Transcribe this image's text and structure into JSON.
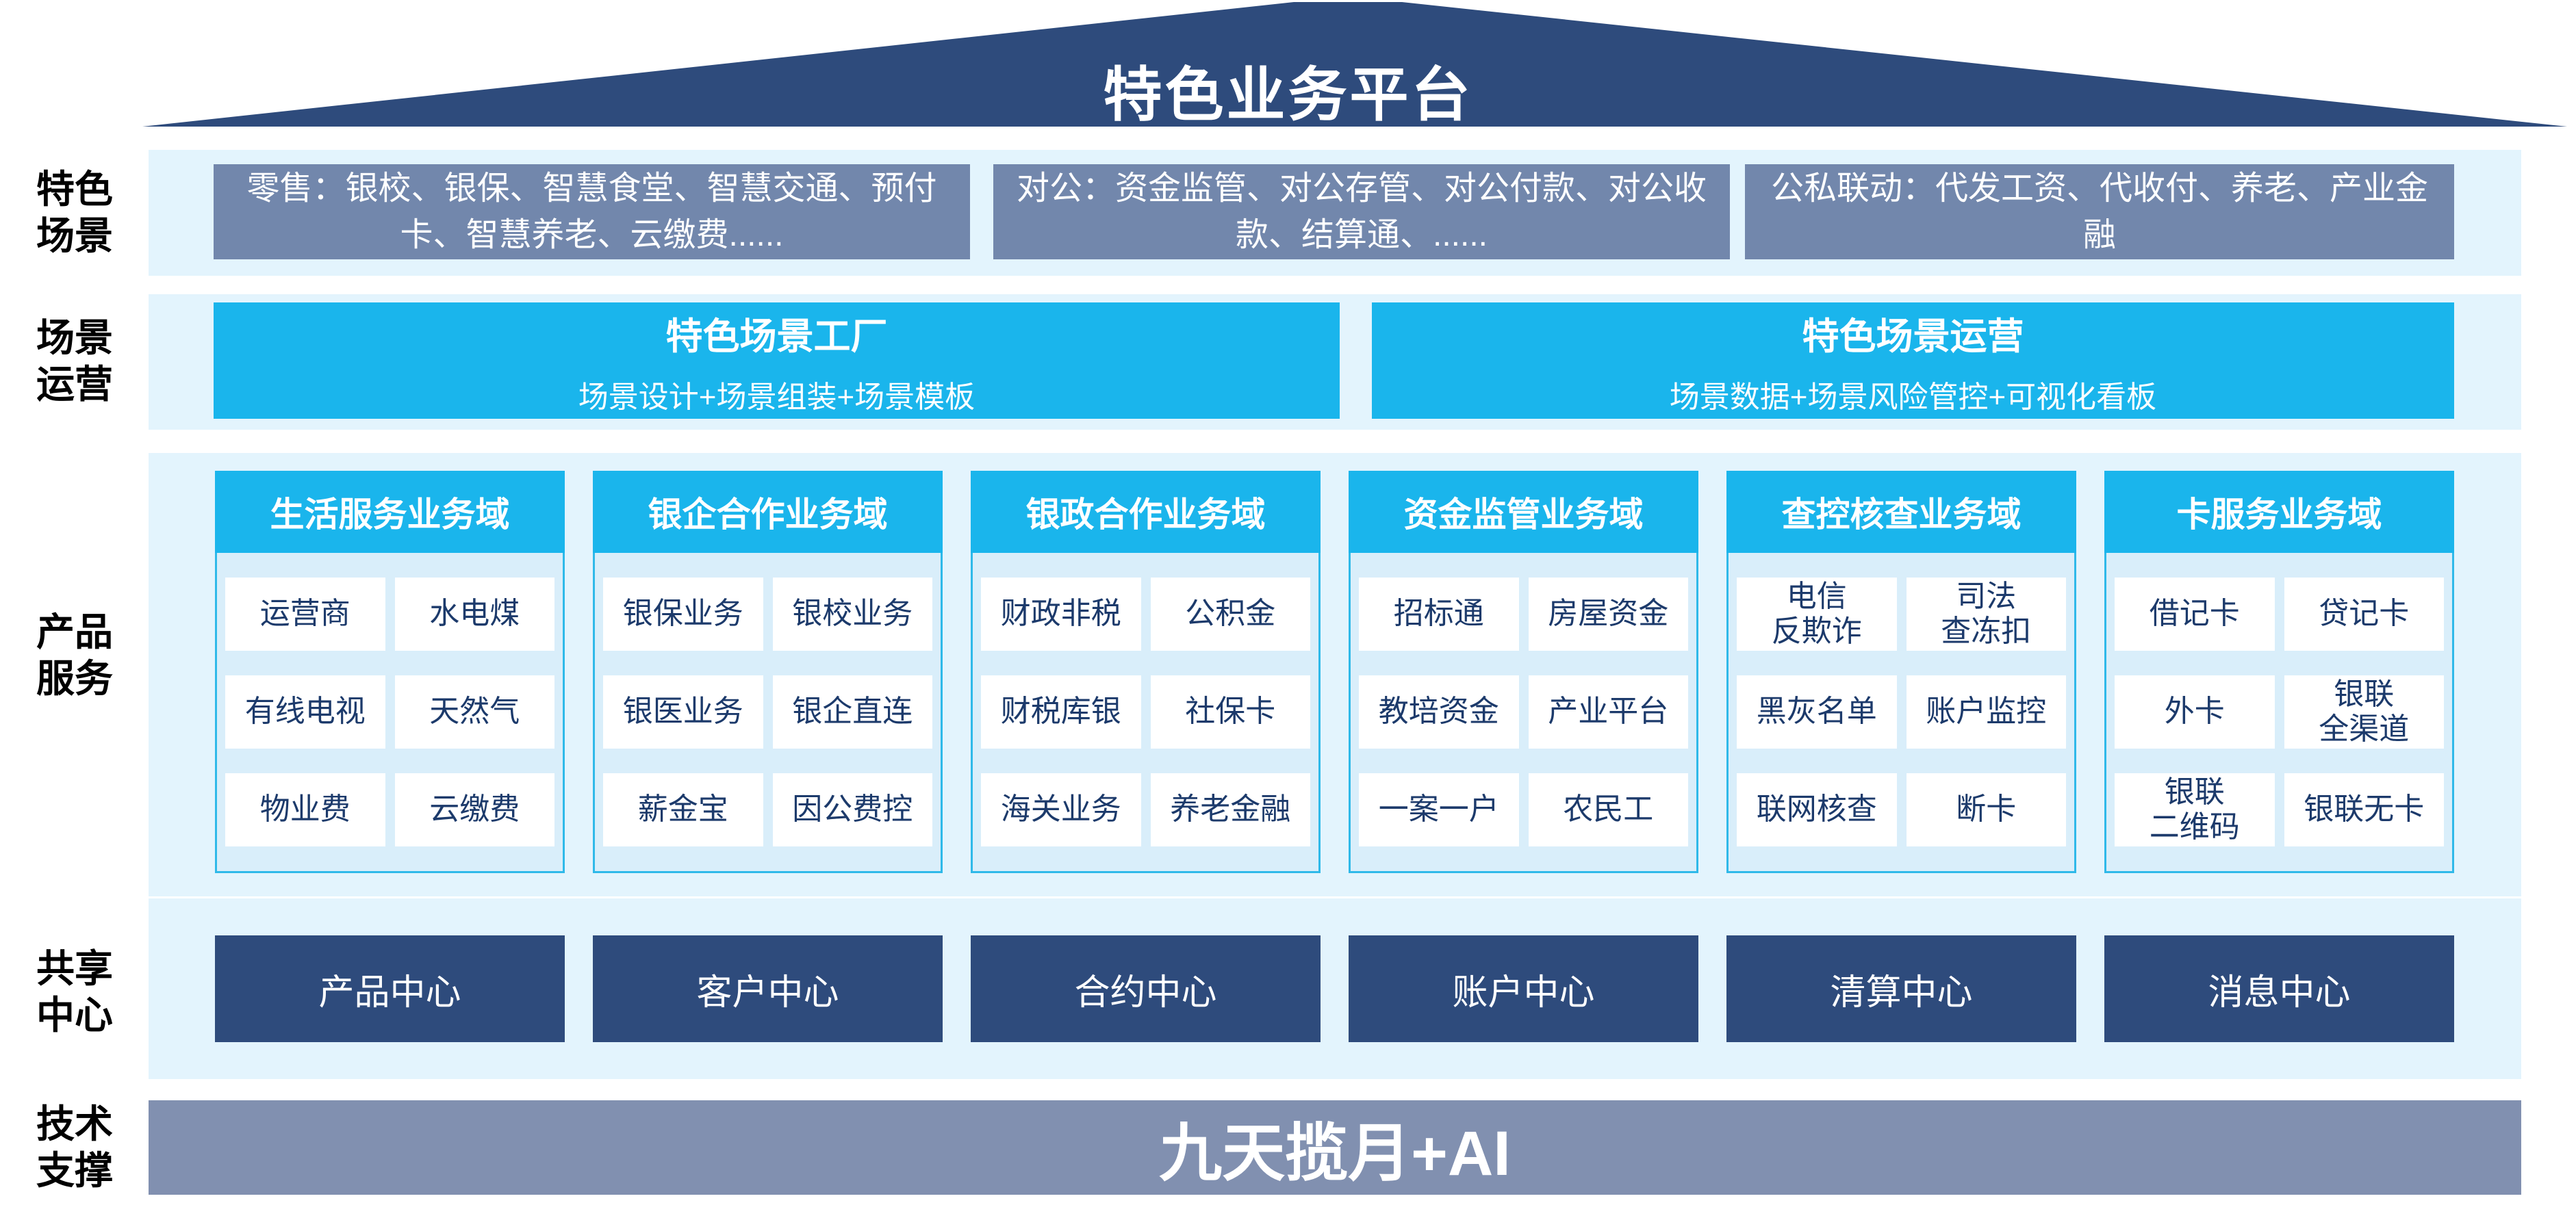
{
  "roof": {
    "title": "特色业务平台"
  },
  "scenes": {
    "label": "特色\n场景",
    "boxes": [
      "零售：银校、银保、智慧食堂、智慧交通、预付卡、智慧养老、云缴费......",
      "对公：资金监管、对公存管、对公付款、对公收款、结算通、......",
      "公私联动：代发工资、代收付、养老、产业金融"
    ]
  },
  "operations": {
    "label": "场景\n运营",
    "factory": {
      "title": "特色场景工厂",
      "subtitle": "场景设计+场景组装+场景模板"
    },
    "ops": {
      "title": "特色场景运营",
      "subtitle": "场景数据+场景风险管控+可视化看板"
    }
  },
  "products": {
    "label": "产品\n服务",
    "columns": [
      {
        "title": "生活服务业务域",
        "items": [
          "运营商",
          "水电煤",
          "有线电视",
          "天然气",
          "物业费",
          "云缴费"
        ]
      },
      {
        "title": "银企合作业务域",
        "items": [
          "银保业务",
          "银校业务",
          "银医业务",
          "银企直连",
          "薪金宝",
          "因公费控"
        ]
      },
      {
        "title": "银政合作业务域",
        "items": [
          "财政非税",
          "公积金",
          "财税库银",
          "社保卡",
          "海关业务",
          "养老金融"
        ]
      },
      {
        "title": "资金监管业务域",
        "items": [
          "招标通",
          "房屋资金",
          "教培资金",
          "产业平台",
          "一案一户",
          "农民工"
        ]
      },
      {
        "title": "查控核查业务域",
        "items": [
          "电信\n反欺诈",
          "司法\n查冻扣",
          "黑灰名单",
          "账户监控",
          "联网核查",
          "断卡"
        ]
      },
      {
        "title": "卡服务业务域",
        "items": [
          "借记卡",
          "贷记卡",
          "外卡",
          "银联\n全渠道",
          "银联\n二维码",
          "银联无卡"
        ]
      }
    ]
  },
  "centers": {
    "label": "共享\n中心",
    "boxes": [
      "产品中心",
      "客户中心",
      "合约中心",
      "账户中心",
      "清算中心",
      "消息中心"
    ]
  },
  "tech": {
    "label": "技术\n支撑",
    "bar": "九天揽月+AI"
  },
  "colors": {
    "navy": "#2e4b7c",
    "slate_box": "#7287ac",
    "slate_bar": "#8190b0",
    "cyan": "#1ab5ec",
    "band_bg": "#e3f4fd",
    "panel_bg": "#d9eefa",
    "panel_border": "#2fb9e9",
    "cell_text": "#1c3a6b"
  }
}
